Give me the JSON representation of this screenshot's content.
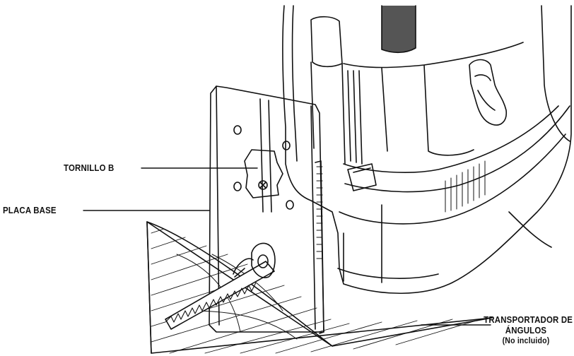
{
  "labels": {
    "screw_b": "TORNILLO B",
    "base_plate": "PLACA BASE",
    "protractor_line1": "TRANSPORTADOR DE",
    "protractor_line2": "ÁNGULOS",
    "protractor_note": "(No incluido)"
  },
  "colors": {
    "ink": "#111111",
    "paper": "#ffffff",
    "grille": "#555555"
  }
}
